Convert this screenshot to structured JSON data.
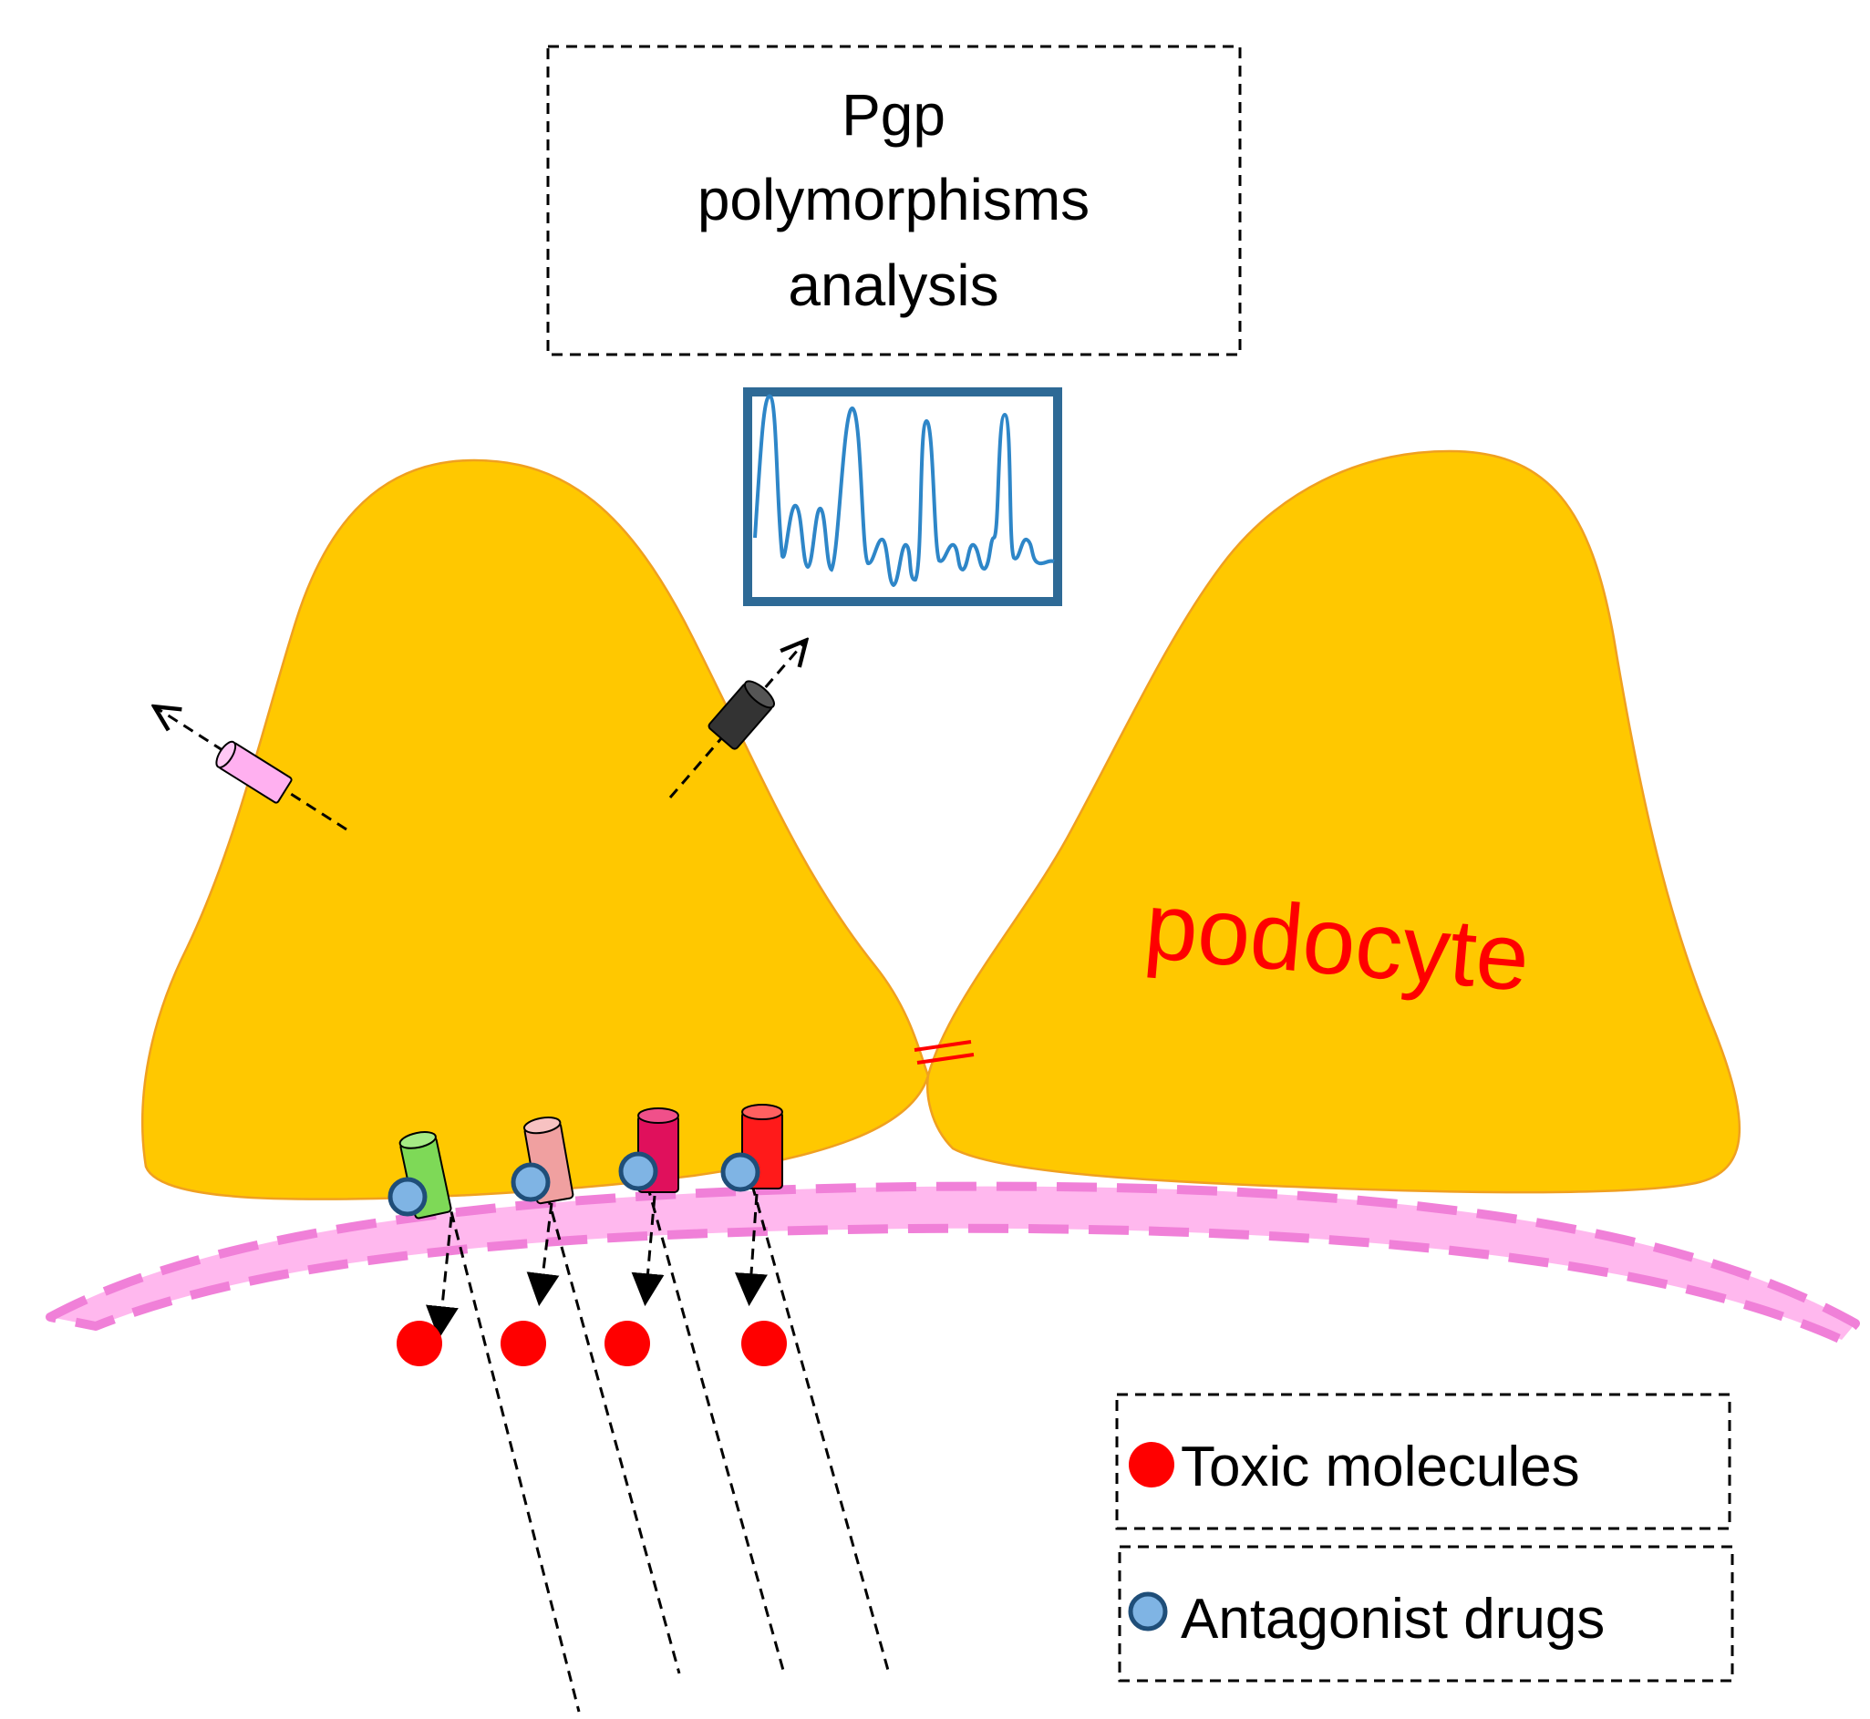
{
  "title_box": {
    "lines": [
      "Pgp",
      "polymorphisms",
      "analysis"
    ]
  },
  "cell_label": "podocyte",
  "legend": {
    "toxic": "Toxic molecules",
    "antagonist": "Antagonist drugs"
  },
  "colors": {
    "cell_fill": "#FFC800",
    "cell_stroke": "#F0A020",
    "membrane": "#FFB8EE",
    "membrane_dash": "#F080D8",
    "toxic": "#FF0000",
    "antagonist_fill": "#7FB4E4",
    "antagonist_stroke": "#1F4E79",
    "chromatogram_frame": "#2E6A96",
    "chromatogram_trace": "#2E86C8",
    "label_red": "#FF0000",
    "pump_green": "#7ED957",
    "pump_salmon": "#F0A0A0",
    "pump_crimson": "#E0105C",
    "pump_red": "#FF1A1A",
    "pump_pink": "#FFB0F0",
    "pump_black": "#333333"
  }
}
